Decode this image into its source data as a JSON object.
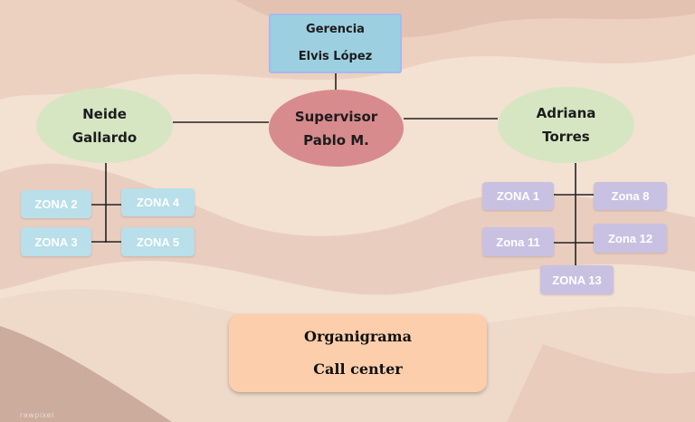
{
  "chart": {
    "manager": {
      "title": "Gerencia",
      "name": "Elvis López"
    },
    "supervisor": {
      "title": "Supervisor",
      "name": "Pablo M."
    },
    "left_lead": {
      "first": "Neide",
      "last": "Gallardo"
    },
    "right_lead": {
      "first": "Adriana",
      "last": "Torres"
    },
    "left_zones": [
      "ZONA 2",
      "ZONA 4",
      "ZONA 3",
      "ZONA 5"
    ],
    "right_zones": [
      "ZONA 1",
      "Zona 8",
      "Zona 11",
      "Zona 12",
      "ZONA 13"
    ]
  },
  "caption": {
    "line1": "Organigrama",
    "line2": "Call center"
  },
  "watermark": "rawpixel",
  "colors": {
    "manager_box": "#9ccfe0",
    "supervisor_ellipse": "#d88b8d",
    "lead_ellipse": "#d6e6c2",
    "left_zone_box": "#b8dfea",
    "right_zone_box": "#c9c1e2",
    "caption_box": "#fcceac",
    "background": "#f3e1d2"
  }
}
